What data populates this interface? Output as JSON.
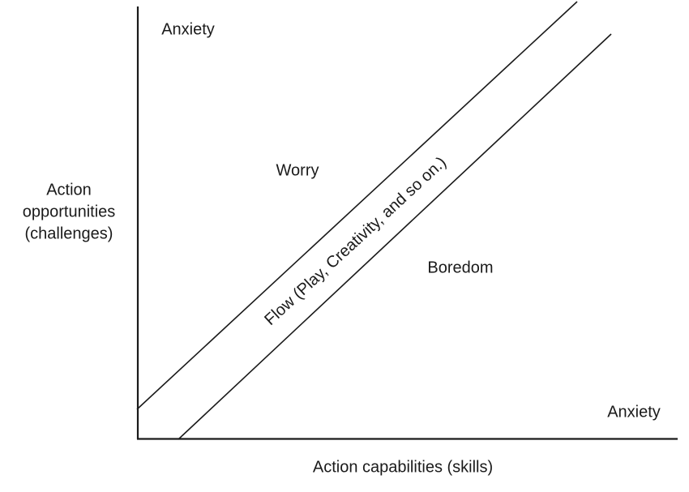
{
  "figure": {
    "background_color": "#ffffff",
    "line_color": "#1a1a1a",
    "text_color": "#1a1a1a"
  },
  "axes": {
    "y_label_line1": "Action",
    "y_label_line2": "opportunities",
    "y_label_line3": "(challenges)",
    "x_label": "Action capabilities (skills)"
  },
  "labels": {
    "anxiety_top": "Anxiety",
    "worry": "Worry",
    "flow_channel": "Flow (Play, Creativity, and so on.)",
    "boredom": "Boredom",
    "anxiety_bottom": "Anxiety"
  }
}
